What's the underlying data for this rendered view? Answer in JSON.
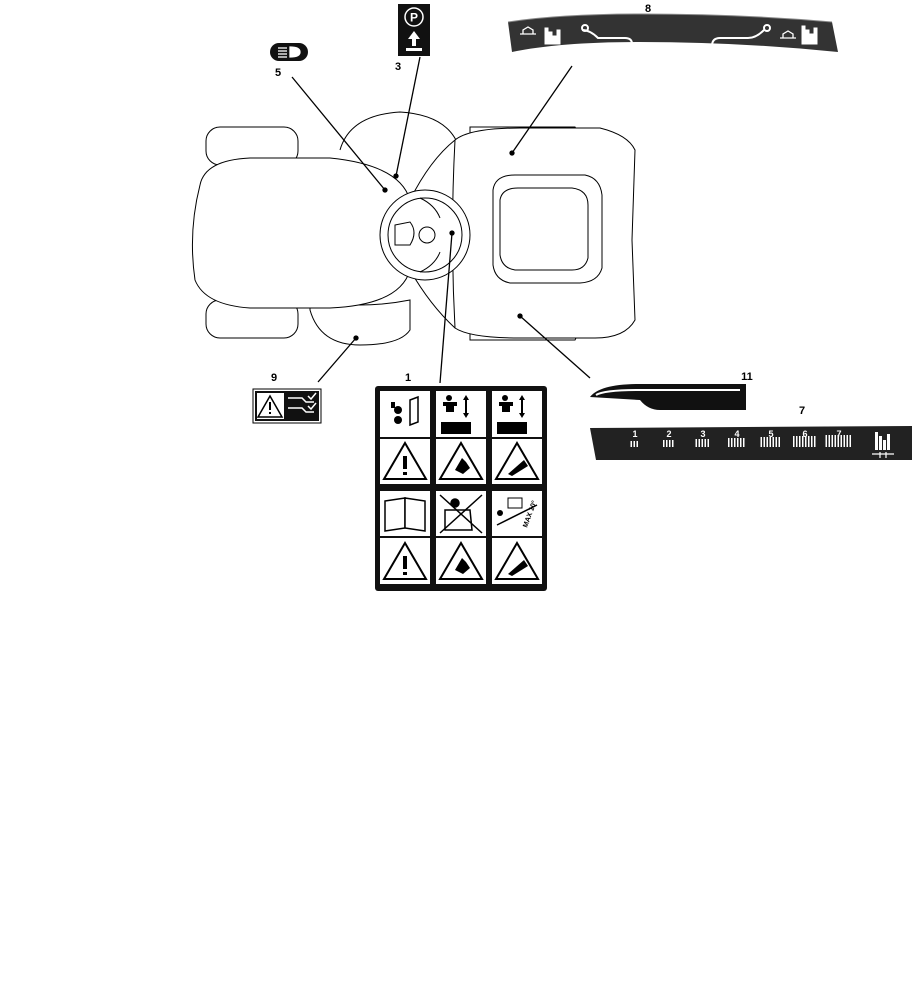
{
  "callouts": {
    "decal_1": "1",
    "decal_3": "3",
    "decal_5": "5",
    "decal_7": "7",
    "decal_8": "8",
    "decal_9": "9",
    "decal_11": "11"
  },
  "decal_3": {
    "symbol": "P"
  },
  "decal_1": {
    "max_slope_text": "MAX 10°"
  },
  "decal_7": {
    "positions": [
      "1",
      "2",
      "3",
      "4",
      "5",
      "6",
      "7"
    ]
  },
  "icons": {
    "headlight": "headlight-icon",
    "parking_brake": "parking-brake-icon",
    "warning": "warning-triangle-icon",
    "manual": "operator-manual-icon",
    "cutting_height": "cutting-height-icon",
    "deck_lift": "deck-lift-lever-icon"
  }
}
